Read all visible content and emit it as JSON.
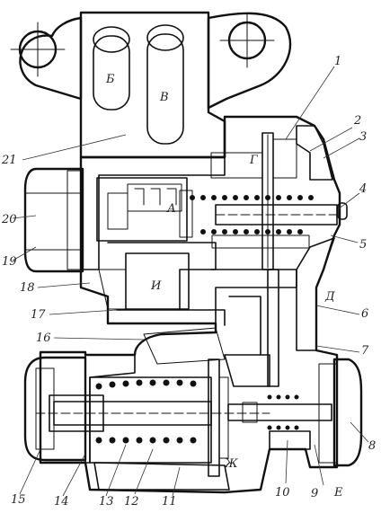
{
  "callouts": {
    "n1": "1",
    "n2": "2",
    "n3": "3",
    "n4": "4",
    "n5": "5",
    "n6": "6",
    "n7": "7",
    "n8": "8",
    "n9": "9",
    "n10": "10",
    "n11": "11",
    "n12": "12",
    "n13": "13",
    "n14": "14",
    "n15": "15",
    "n16": "16",
    "n17": "17",
    "n18": "18",
    "n19": "19",
    "n20": "20",
    "n21": "21"
  },
  "cavity_letters": {
    "B_lower": "Б",
    "V": "В",
    "A": "А",
    "G": "Г",
    "D": "Д",
    "I": "И",
    "E": "Е",
    "Zh": "Ж"
  }
}
